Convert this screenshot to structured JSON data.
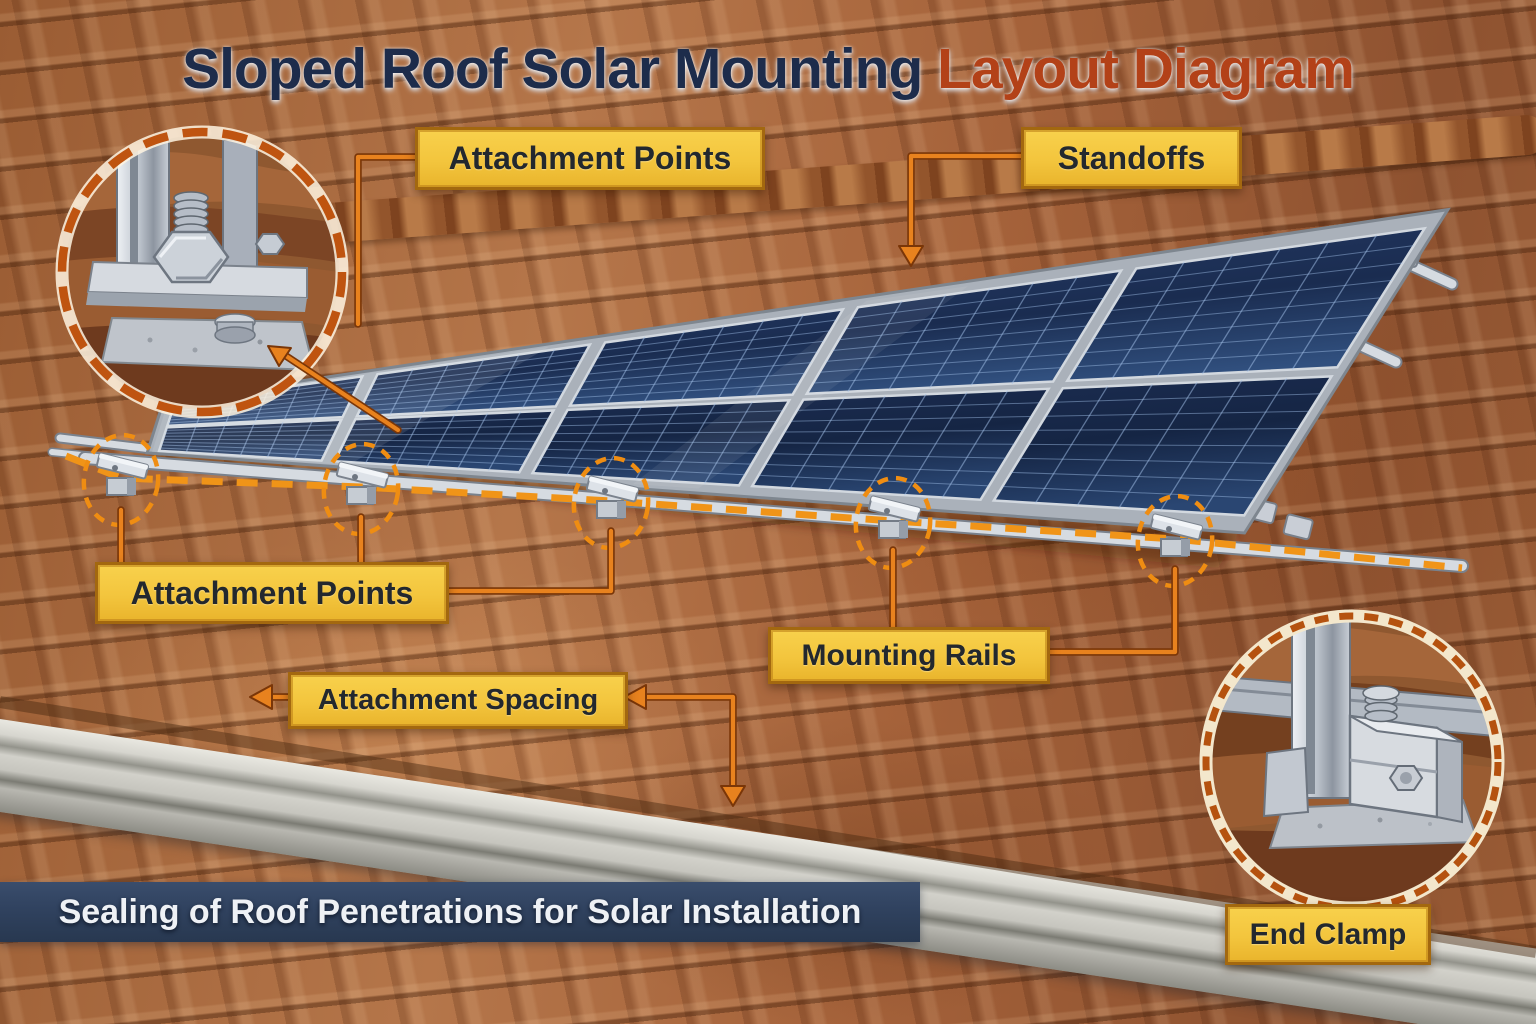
{
  "title": {
    "part1": "Sloped Roof Solar Mounting ",
    "part2": "Layout Diagram"
  },
  "labels": {
    "attachment_points_top": "Attachment Points",
    "standoffs": "Standoffs",
    "attachment_points_mid": "Attachment Points",
    "mounting_rails": "Mounting Rails",
    "attachment_spacing": "Attachment Spacing",
    "end_clamp": "End Clamp"
  },
  "banner": {
    "text": "Sealing of Roof Penetrations for Solar Installation"
  },
  "diagram": {
    "panel_rows": 2,
    "panel_columns": 5,
    "attachment_points_count": 5,
    "callouts": [
      {
        "name": "attachment-point-detail",
        "position": "top-left"
      },
      {
        "name": "end-clamp-detail",
        "position": "bottom-right"
      }
    ]
  },
  "colors": {
    "title_primary": "#1d2c4b",
    "title_accent": "#b34118",
    "label_bg": "#f3c53d",
    "label_border": "#a3680f",
    "label_text": "#23282e",
    "connector": "#e8821e",
    "connector_outline": "#7a3608",
    "banner_bg": "#30425f",
    "banner_text": "#eef1f5",
    "panel_blue": "#1b2f55",
    "roof_terracotta": "#a5623a",
    "sky_blue": "#cfe3f2"
  }
}
